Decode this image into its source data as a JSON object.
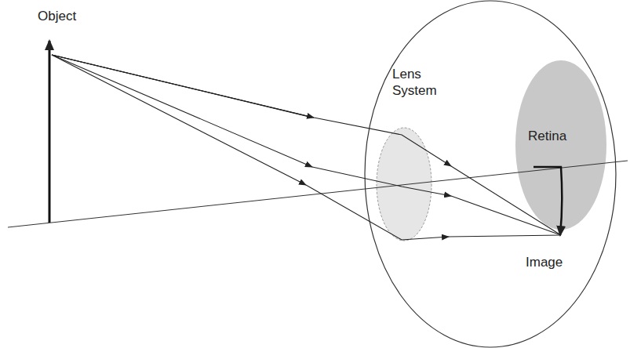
{
  "diagram": {
    "nodes": [
      {
        "text": [
          "Lens System"
        ]
      },
      {
        "text": [
          "Retina"
        ]
      }
    ],
    "labels": [
      "Object",
      "Image"
    ]
  }
}
